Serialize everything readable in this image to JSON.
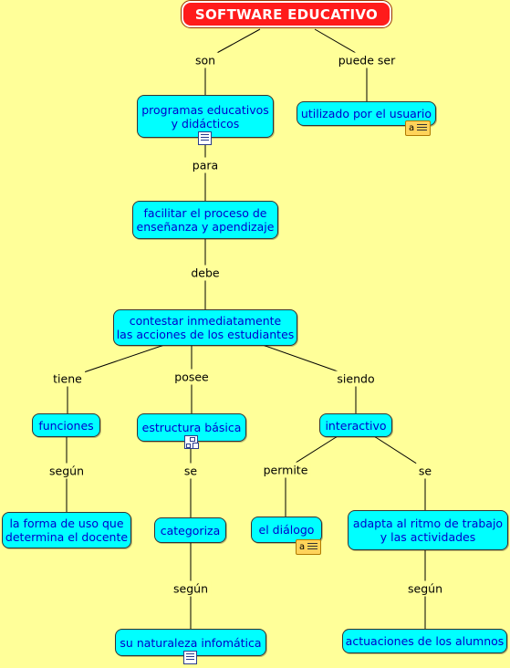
{
  "title": "SOFTWARE EDUCATIVO",
  "nodes": {
    "programas": "programas educativos\ny didácticos",
    "utilizado": "utilizado por el usuario",
    "facilitar": "facilitar el proceso de\nenseñanza y apendizaje",
    "contestar": "contestar inmediatamente\nlas acciones de los estudiantes",
    "funciones": "funciones",
    "estructura": "estructura básica",
    "interactivo": "interactivo",
    "forma_uso": "la forma de uso que\ndetermina el docente",
    "categoriza": "categoriza",
    "dialogo": "el diálogo",
    "adapta": "adapta al ritmo de trabajo\ny las actividades",
    "naturaleza": "su naturaleza infomática",
    "actuaciones": "actuaciones de los alumnos"
  },
  "links": {
    "son": "son",
    "puede_ser": "puede ser",
    "para": "para",
    "debe": "debe",
    "tiene": "tiene",
    "posee": "posee",
    "siendo": "siendo",
    "segun_1": "según",
    "se_1": "se",
    "permite": "permite",
    "se_2": "se",
    "segun_2": "según",
    "segun_3": "según"
  },
  "icons": {
    "note_glyph": "a",
    "resource_icons": [
      "document-icon",
      "concept-map-icon",
      "note-icon"
    ]
  },
  "colors": {
    "background": "#ffff99",
    "node_fill": "#00ffff",
    "node_text": "#0000cc",
    "title_fill": "#ff1b1b"
  }
}
